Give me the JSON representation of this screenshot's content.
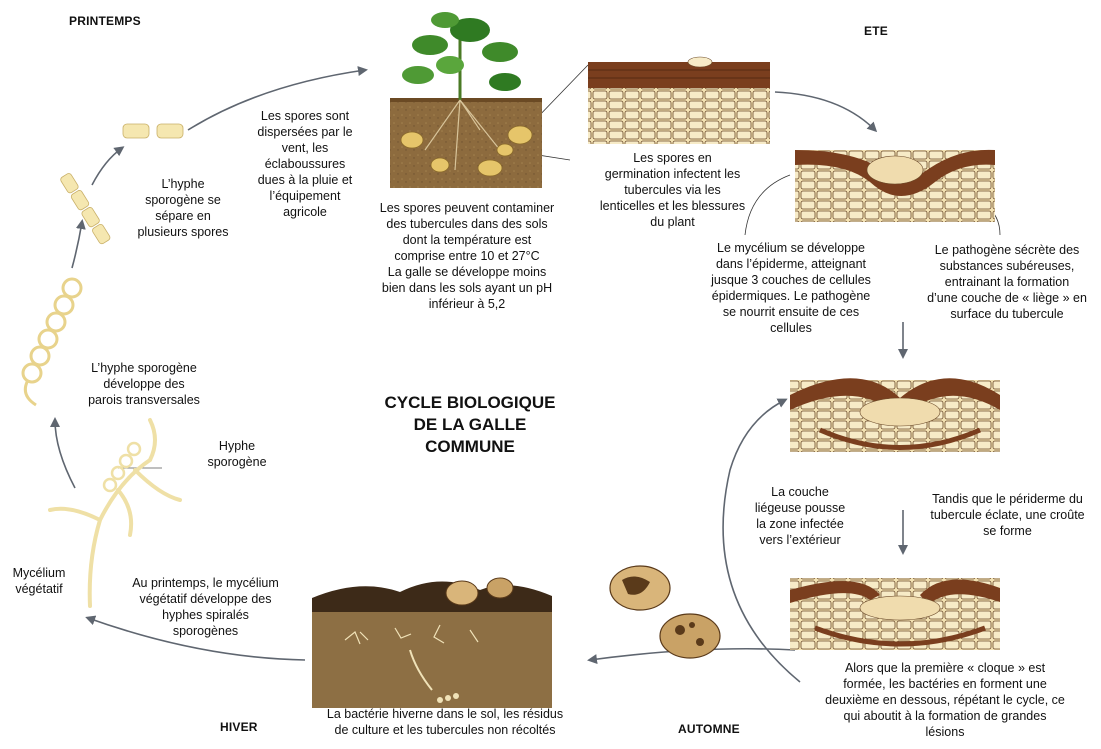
{
  "seasons": {
    "spring": "PRINTEMPS",
    "summer": "ETE",
    "autumn": "AUTOMNE",
    "winter": "HIVER"
  },
  "title": "CYCLE BIOLOGIQUE\nDE LA GALLE\nCOMMUNE",
  "captions": {
    "spores_separate": "L’hyphe\nsporogène se\nsépare en\nplusieurs spores",
    "spores_dispersed": "Les spores sont\ndispersées par le\nvent, les\néclaboussures\ndues à la pluie et\nl’équipement\nagricole",
    "soil_contamination": "Les spores peuvent contaminer\ndes tubercules dans des sols\ndont la température est\ncomprise entre 10 et 27°C\nLa galle se développe moins\nbien dans les sols ayant un pH\ninférieur à 5,2",
    "germination": "Les spores en\ngermination infectent les\ntubercules via les\nlenticelles et les blessures\ndu plant",
    "mycelium_epidermis": "Le mycélium se développe\ndans l’épiderme, atteignant\njusque 3 couches de cellules\népidermiques. Le pathogène\nse nourrit ensuite de ces\ncellules",
    "suberin": "Le pathogène sécrète des\nsubstances subéreuses,\nentrainant la formation\nd’une couche de « liège » en\nsurface du tubercule",
    "cork_layer": "La couche\nliégeuse pousse\nla zone infectée\nvers l’extérieur",
    "periderm_bursts": "Tandis que le périderme du\ntubercule éclate, une croûte\nse forme",
    "second_blister": "Alors que la première « cloque » est\nformée, les bactéries en forment une\ndeuxième en dessous, répétant le cycle, ce\nqui aboutit à la formation de grandes\nlésions",
    "overwinter": "La bactérie hiverne dans le sol, les résidus\nde culture et les tubercules non récoltés",
    "spring_hyphae": "Au printemps, le mycélium\nvégétatif développe des\nhyphes spiralés\nsporogènes",
    "mycelium_label": "Mycélium\nvégétatif",
    "hyphe_label": "Hyphe\nsporogène",
    "transverse_walls": "L’hyphe sporogène\ndéveloppe des\nparois transversales"
  },
  "colors": {
    "arrow": "#5f6670",
    "soil": "#8a6a3c",
    "cork": "#6b3a1e",
    "cells": "#f3e2b3",
    "leaf": "#3f8a2a",
    "hypha": "#f2e2a6",
    "tuber": "#e6c56a"
  }
}
